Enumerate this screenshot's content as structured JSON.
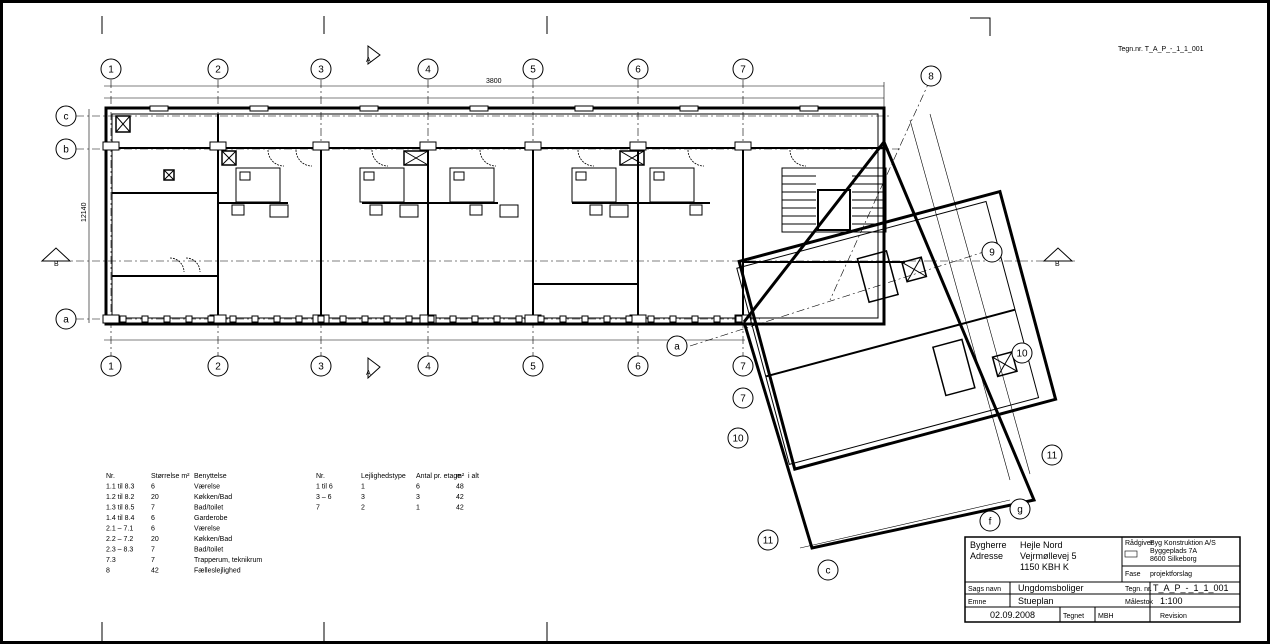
{
  "drawing": {
    "sheet_id_top": "Tegn.nr. T_A_P_-_1_1_001",
    "grid_main": [
      "1",
      "2",
      "3",
      "4",
      "5",
      "6",
      "7"
    ],
    "grid_rows": [
      "c",
      "b",
      "a"
    ],
    "grid_rotated": [
      "8",
      "9",
      "10",
      "11",
      "7",
      "10",
      "11",
      "c",
      "f",
      "g",
      "a"
    ],
    "section_marks": [
      "A",
      "B"
    ],
    "dim_top": "3800",
    "dim_left": "12140",
    "legend_left": {
      "headers": [
        "Nr.",
        "Størrelse m²",
        "Benyttelse"
      ],
      "rows": [
        [
          "1.1 til 8.3",
          "6",
          "Værelse"
        ],
        [
          "1.2 til 8.2",
          "20",
          "Køkken/Bad"
        ],
        [
          "1.3 til 8.5",
          "7",
          "Bad/toilet"
        ],
        [
          "1.4 til 8.4",
          "6",
          "Garderobe"
        ],
        [
          "2.1 – 7.1",
          "6",
          "Værelse"
        ],
        [
          "2.2 – 7.2",
          "20",
          "Køkken/Bad"
        ],
        [
          "2.3 – 8.3",
          "7",
          "Bad/toilet"
        ],
        [
          "7.3",
          "7",
          "Trapperum, teknikrum"
        ],
        [
          "8",
          "42",
          "Fælleslejlighed"
        ]
      ]
    },
    "legend_right": {
      "headers": [
        "Nr.",
        "Lejlighedstype",
        "Antal pr. etage",
        "m²",
        "i alt"
      ],
      "rows": [
        [
          "1 til 6",
          "1",
          "6",
          "48"
        ],
        [
          "3 – 6",
          "3",
          "3",
          "42"
        ],
        [
          "7",
          "2",
          "1",
          "42"
        ]
      ]
    },
    "title_block": {
      "bygherre_label": "Bygherre",
      "bygherre_value": "Hejle Nord",
      "adresse_label": "Adresse",
      "adresse_value1": "Vejrmøllevej 5",
      "adresse_value2": "1150 KBH K",
      "firm_label": "Rådgiver",
      "firm_line1": "Byg Konstruktion A/S",
      "firm_line2": "Byggeplads 7A",
      "firm_line3": "8600 Silkeborg",
      "fase_label": "Fase",
      "fase_value": "projektforslag",
      "sags_label": "Sags navn",
      "sags_value": "Ungdomsboliger",
      "emne_label": "Emne",
      "emne_value": "Stueplan",
      "tegn_label": "Tegn. nr.",
      "tegn_value": "T_A_P_-_1_1_001",
      "maal_label": "Målestok",
      "maal_value": "1:100",
      "dato_value": "02.09.2008",
      "tegnet_label": "Tegnet",
      "tegnet_value": "MBH",
      "rev_label": "Revision"
    }
  }
}
